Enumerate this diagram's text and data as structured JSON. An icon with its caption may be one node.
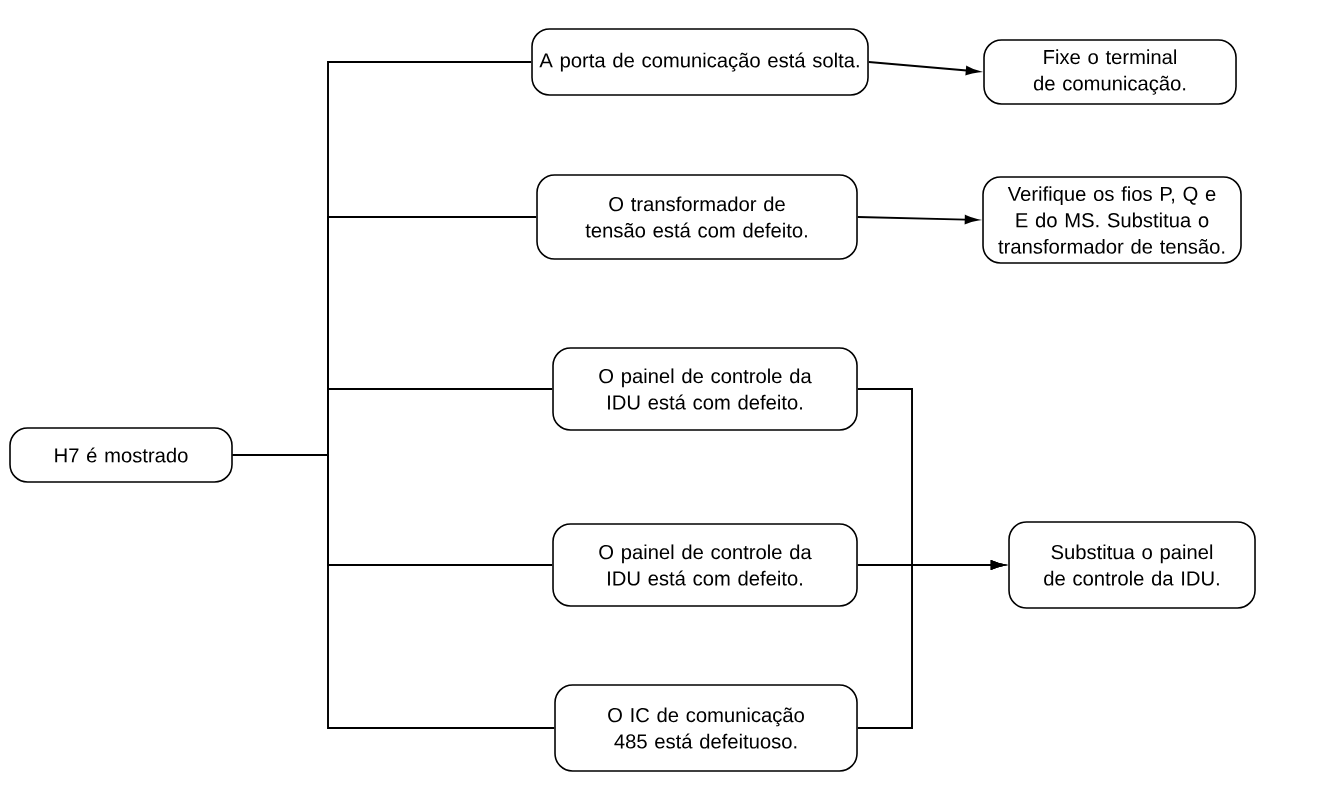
{
  "diagram": {
    "nodes": [
      {
        "text": [
          "H7 é mostrado"
        ]
      },
      {
        "text": [
          "A porta de comunicação está solta."
        ]
      },
      {
        "text": [
          "Fixe o terminal de comunicação."
        ]
      },
      {
        "text": [
          "O transformador de tensão está com defeito."
        ]
      },
      {
        "text": [
          "Verifique os fios P, Q e E do MS. Substitua o transformador de tensão."
        ]
      },
      {
        "text": [
          "O painel de controle da IDU está com defeito."
        ]
      },
      {
        "text": [
          "O painel de controle da IDU está com defeito."
        ]
      },
      {
        "text": [
          "O IC de comunicação 485 está defeituoso."
        ]
      },
      {
        "text": [
          "Substitua o painel de controle da IDU."
        ]
      }
    ],
    "edges": [
      {
        "from": 0,
        "to": 1,
        "arrow": "none"
      },
      {
        "from": 0,
        "to": 3,
        "arrow": "none"
      },
      {
        "from": 0,
        "to": 5,
        "arrow": "none"
      },
      {
        "from": 0,
        "to": 6,
        "arrow": "none"
      },
      {
        "from": 0,
        "to": 7,
        "arrow": "none"
      },
      {
        "from": 1,
        "to": 2,
        "arrow": "to"
      },
      {
        "from": 3,
        "to": 4,
        "arrow": "to"
      },
      {
        "from": 5,
        "to": 8,
        "arrow": "to"
      },
      {
        "from": 6,
        "to": 8,
        "arrow": "to"
      },
      {
        "from": 7,
        "to": 8,
        "arrow": "to"
      }
    ]
  }
}
